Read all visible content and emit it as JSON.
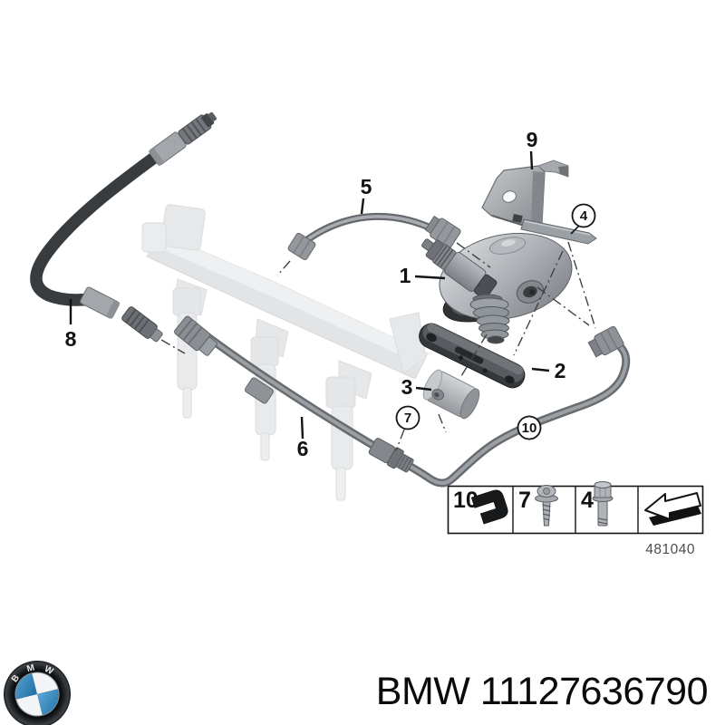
{
  "page": {
    "background": "#ffffff"
  },
  "diagram": {
    "drawing_number": "481040",
    "callouts": {
      "c1": {
        "label": "1",
        "circled": false
      },
      "c2": {
        "label": "2",
        "circled": false
      },
      "c3": {
        "label": "3",
        "circled": false
      },
      "c4": {
        "label": "4",
        "circled": true
      },
      "c5": {
        "label": "5",
        "circled": false
      },
      "c6": {
        "label": "6",
        "circled": false
      },
      "c7": {
        "label": "7",
        "circled": true
      },
      "c8": {
        "label": "8",
        "circled": false
      },
      "c9": {
        "label": "9",
        "circled": false
      },
      "c10": {
        "label": "10",
        "circled": true
      }
    },
    "legend": {
      "cells": [
        {
          "label": "10",
          "icon": "clip-icon"
        },
        {
          "label": "7",
          "icon": "screw-icon"
        },
        {
          "label": "4",
          "icon": "bolt-icon"
        },
        {
          "label": "",
          "icon": "direction-arrow-icon"
        }
      ]
    }
  },
  "footer": {
    "label": "BMW 11127636790",
    "logo": {
      "name": "bmw-roundel-logo",
      "letters": [
        "B",
        "M",
        "W"
      ]
    }
  },
  "colors": {
    "background": "#ffffff",
    "line": "#141414",
    "dash_line": "#3f4245",
    "hose_dark": "#393c3f",
    "metal_light": "#c9cdd1",
    "metal_mid": "#8f9397",
    "metal_dark": "#55585c",
    "faded_part": "#c2c6ca",
    "bmw_blue": "#2f86bf"
  }
}
